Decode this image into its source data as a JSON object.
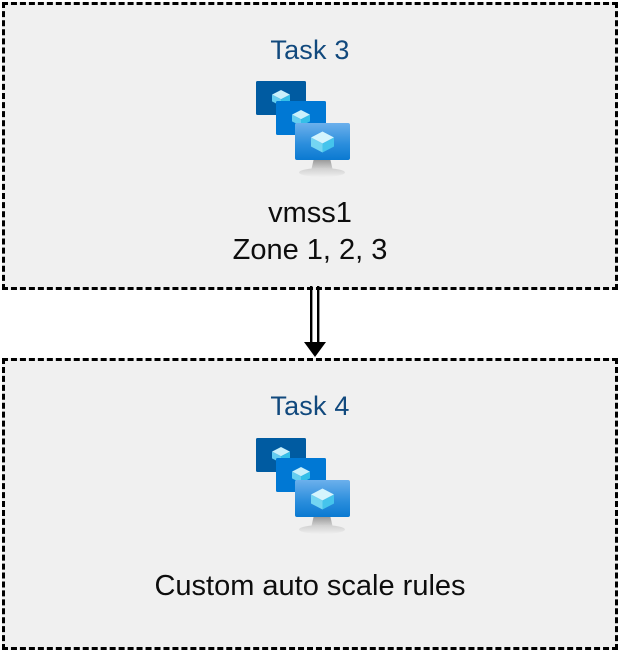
{
  "diagram": {
    "background_color": "#ffffff",
    "box_fill": "#f0f0f0",
    "box_border_color": "#000000",
    "title_color": "#11497d",
    "label_color": "#0d0d0d",
    "icon_colors": {
      "back_monitor": "#005ba1",
      "middle_monitor": "#0078d4",
      "front_monitor_top": "#5ea6e8",
      "front_monitor_bottom": "#0a7bd4",
      "cube_light": "#c3f1fb",
      "cube_mid": "#9bdff5",
      "cube_dark": "#50c7ef",
      "stand": "#b3b3b3"
    },
    "boxes": [
      {
        "id": "task-3",
        "title": "Task 3",
        "icon": "vm-scale-set-icon",
        "labels": [
          "vmss1",
          "Zone 1, 2, 3"
        ]
      },
      {
        "id": "task-4",
        "title": "Task 4",
        "icon": "vm-scale-set-icon",
        "labels": [
          "Custom auto scale rules"
        ]
      }
    ],
    "connector": {
      "name": "double-line-arrow-down",
      "from": "task-3",
      "to": "task-4",
      "color": "#000000"
    }
  }
}
